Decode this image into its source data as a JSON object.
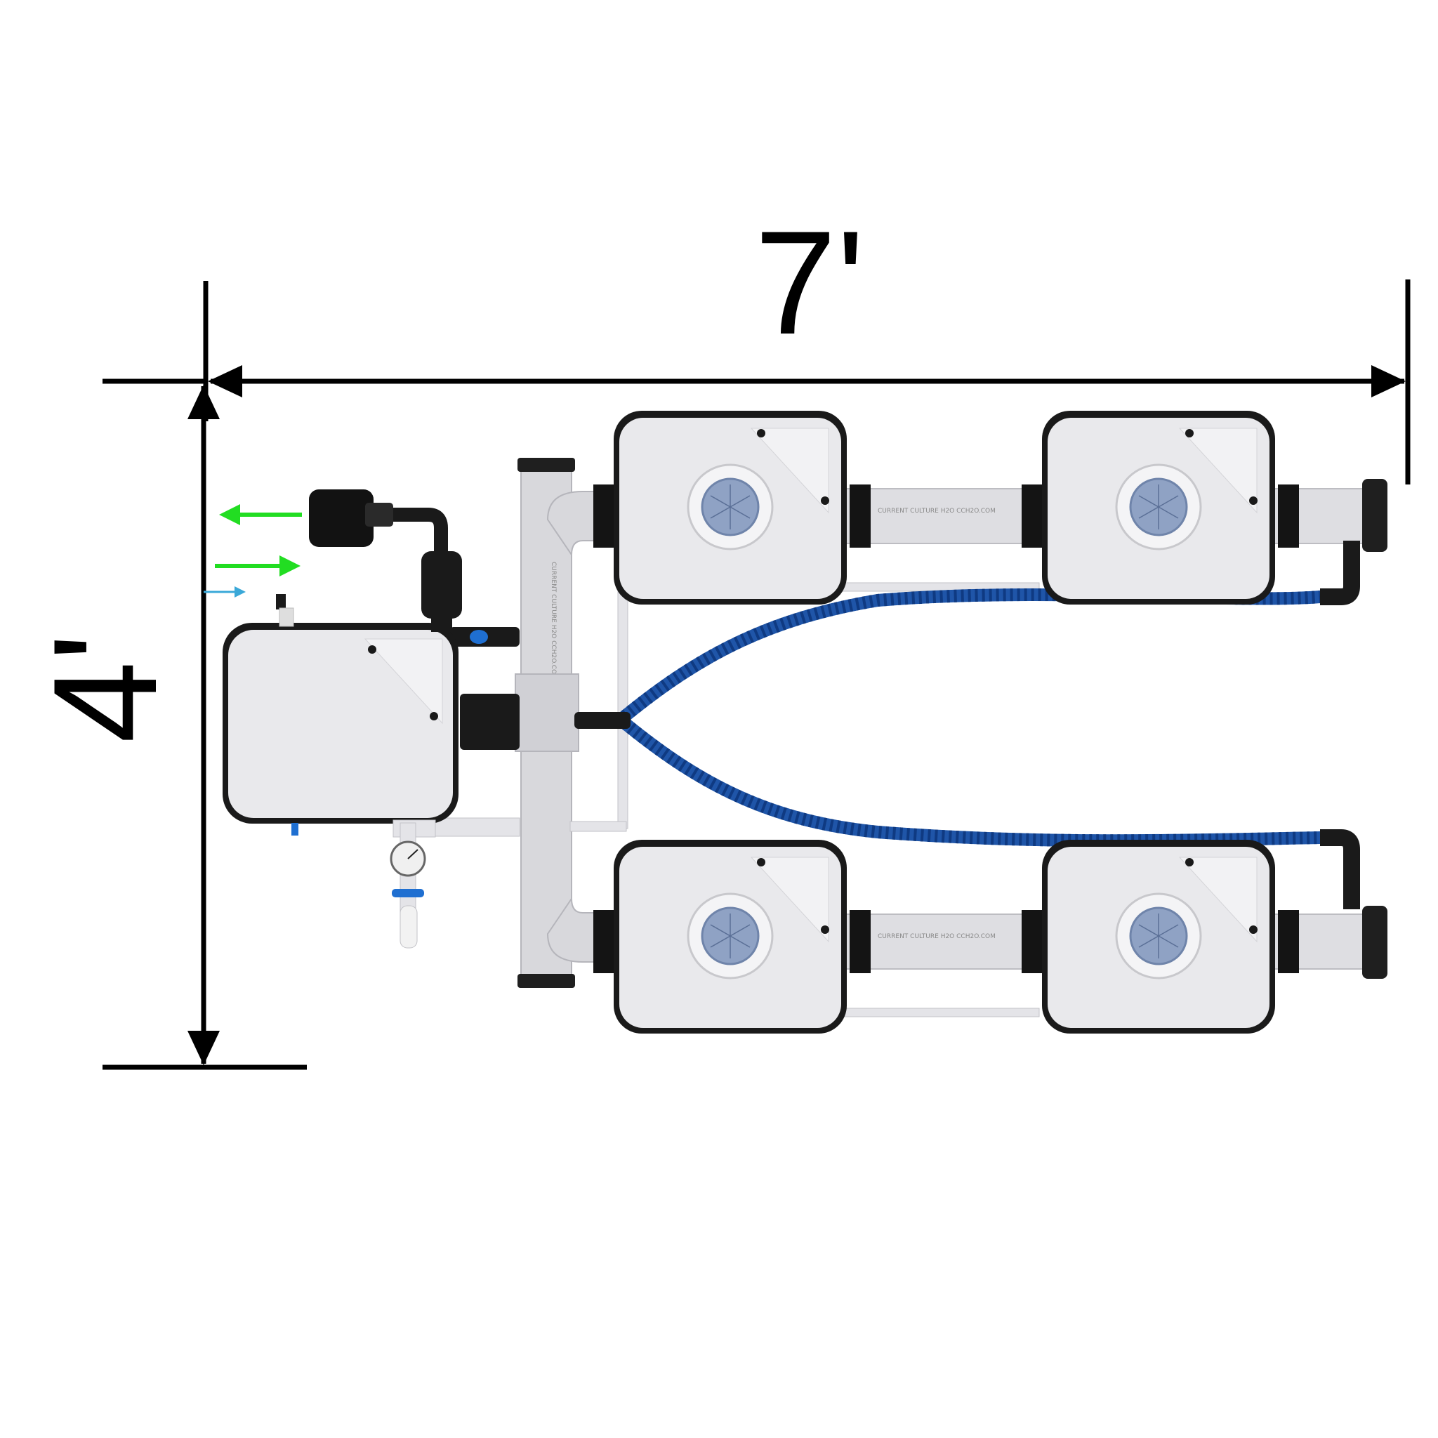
{
  "dimensions": {
    "width_label": "7'",
    "height_label": "4'"
  },
  "colors": {
    "background": "#ffffff",
    "dimension_line": "#000000",
    "bucket_shell": "#1a1a1a",
    "bucket_lid": "#e9e9ec",
    "pipe": "#d8d8dc",
    "site_cap": "#8fa2c4",
    "hose": "#1f55a8",
    "flow_arrow_out": "#22dd22",
    "flow_arrow_in": "#22dd22",
    "flow_arrow_air": "#3aa8d8"
  },
  "components": {
    "grow_sites": [
      {
        "id": "top-left"
      },
      {
        "id": "top-right"
      },
      {
        "id": "bottom-left"
      },
      {
        "id": "bottom-right"
      }
    ],
    "control_reservoir": {
      "id": "controller"
    },
    "pump": {
      "id": "pump"
    },
    "pressure_gauge": {
      "id": "gauge"
    }
  },
  "pipe_marking": "CURRENT CULTURE H2O   CCH2O.COM",
  "icons": [
    "flow-arrow-out-icon",
    "flow-arrow-in-icon",
    "air-arrow-icon",
    "pressure-gauge-icon",
    "ball-valve-icon"
  ]
}
